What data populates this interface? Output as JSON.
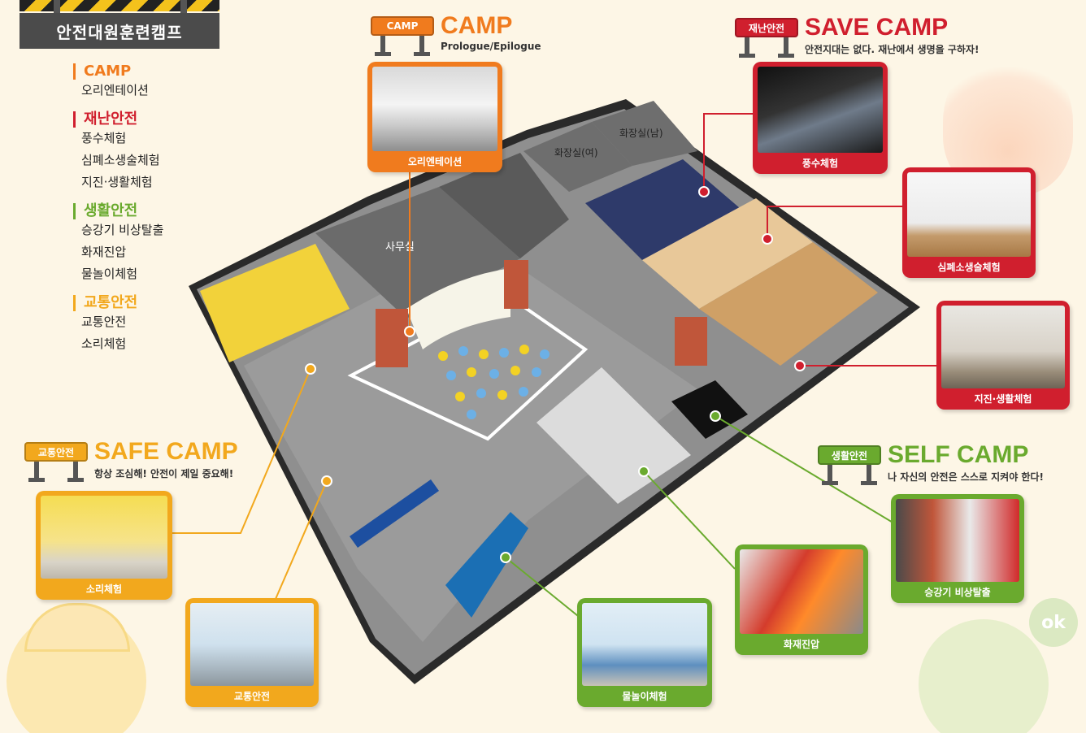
{
  "title": "안전대원훈련캠프",
  "menu": {
    "camp": {
      "label": "CAMP",
      "items": [
        "오리엔테이션"
      ]
    },
    "disaster": {
      "label": "재난안전",
      "items": [
        "풍수체험",
        "심폐소생술체험",
        "지진·생활체험"
      ]
    },
    "life": {
      "label": "생활안전",
      "items": [
        "승강기 비상탈출",
        "화재진압",
        "물놀이체험"
      ]
    },
    "traffic": {
      "label": "교통안전",
      "items": [
        "교통안전",
        "소리체험"
      ]
    }
  },
  "camps": {
    "camp": {
      "sign": "CAMP",
      "title": "CAMP",
      "subtitle": "Prologue/Epilogue",
      "color": "#f07b1e"
    },
    "save": {
      "sign": "재난안전",
      "title": "SAVE CAMP",
      "subtitle": "안전지대는 없다. 재난에서 생명을 구하자!",
      "color": "#d01f2e"
    },
    "safe": {
      "sign": "교통안전",
      "title": "SAFE CAMP",
      "subtitle": "항상 조심해! 안전이 제일 중요해!",
      "color": "#f2a81d"
    },
    "self": {
      "sign": "생활안전",
      "title": "SELF CAMP",
      "subtitle": "나 자신의 안전은 스스로 지켜야 한다!",
      "color": "#6aaa2e"
    }
  },
  "cards": {
    "orientation": "오리엔테이션",
    "flood": "풍수체험",
    "cpr": "심폐소생술체험",
    "quake": "지진·생활체험",
    "sound": "소리체험",
    "traffic": "교통안전",
    "water": "물놀이체험",
    "fire": "화재진압",
    "elevator": "승강기 비상탈출"
  },
  "rooms": {
    "office": "사무실",
    "restroom_f": "화장실(여)",
    "restroom_m": "화장실(남)"
  },
  "decor": {
    "ok_bubble": "ok"
  }
}
